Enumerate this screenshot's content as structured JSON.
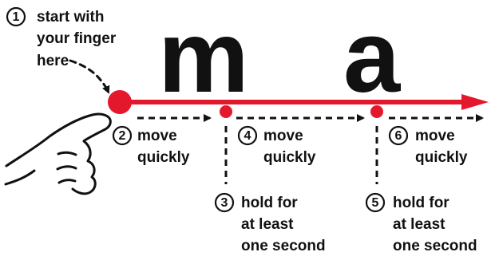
{
  "big_letters": {
    "first": "m",
    "second": "a"
  },
  "colors": {
    "accent_red": "#e3182d",
    "ink": "#111111",
    "bg": "#ffffff"
  },
  "steps": [
    {
      "number": "1",
      "lines": [
        "start with",
        "your finger",
        "here"
      ]
    },
    {
      "number": "2",
      "lines": [
        "move",
        "quickly"
      ]
    },
    {
      "number": "3",
      "lines": [
        "hold for",
        "at least",
        "one second"
      ]
    },
    {
      "number": "4",
      "lines": [
        "move",
        "quickly"
      ]
    },
    {
      "number": "5",
      "lines": [
        "hold for",
        "at least",
        "one second"
      ]
    },
    {
      "number": "6",
      "lines": [
        "move",
        "quickly"
      ]
    }
  ],
  "icons": {
    "hand": "pointing-hand-icon",
    "start_dot": "start-dot-icon",
    "hold_dot": "hold-dot-icon",
    "arrow": "arrow-icon"
  }
}
